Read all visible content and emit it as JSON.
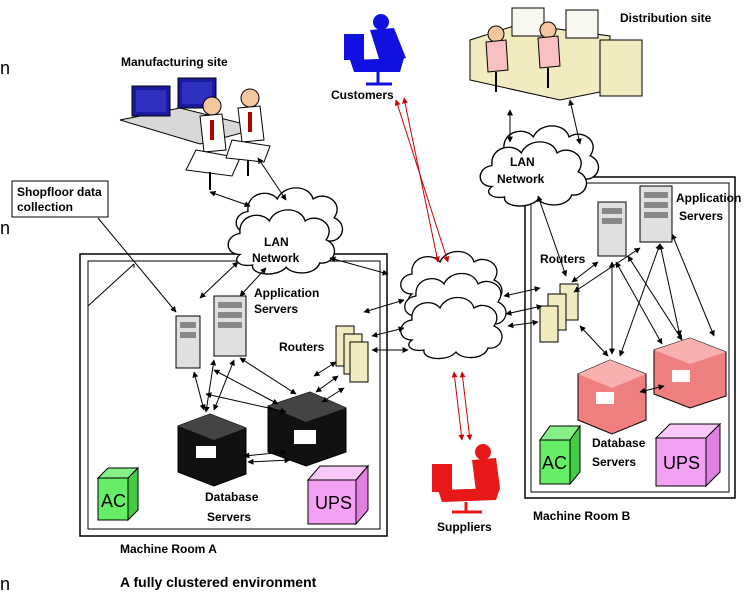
{
  "labels": {
    "manufacturing_site": "Manufacturing site",
    "distribution_site": "Distribution site",
    "customers": "Customers",
    "suppliers": "Suppliers",
    "shopfloor_line1": "Shopfloor data",
    "shopfloor_line2": "collection",
    "lan_left_1": "LAN",
    "lan_left_2": "Network",
    "lan_right_1": "LAN",
    "lan_right_2": "Network",
    "app_servers_a_1": "Application",
    "app_servers_a_2": "Servers",
    "app_servers_b_1": "Application",
    "app_servers_b_2": "Servers",
    "routers_a": "Routers",
    "routers_b": "Routers",
    "db_servers_a_1": "Database",
    "db_servers_a_2": "Servers",
    "db_servers_b_1": "Database",
    "db_servers_b_2": "Servers",
    "ac_a": "AC",
    "ups_a": "UPS",
    "ac_b": "AC",
    "ups_b": "UPS",
    "machine_room_a": "Machine Room A",
    "machine_room_b": "Machine Room B",
    "caption": "A fully clustered environment",
    "edge_n1": "n",
    "edge_n2": "n",
    "edge_n3": "n"
  },
  "colors": {
    "customers": "#1010e0",
    "suppliers": "#e81818",
    "db_server_b": "#f08080",
    "ac_box": "#66ee66",
    "ups_box": "#f4a0f4",
    "red_arrow": "#cc0000"
  }
}
